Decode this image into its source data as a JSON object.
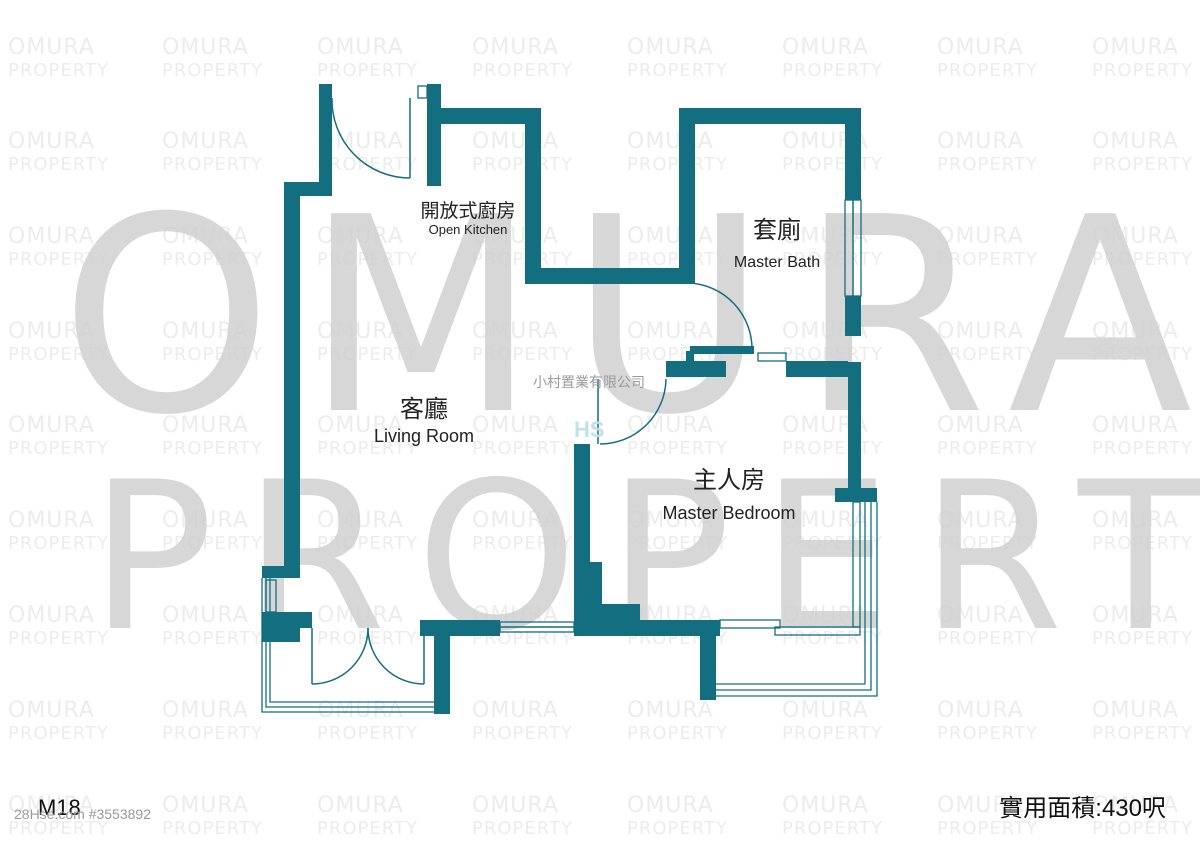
{
  "watermark": {
    "tile_line1": "OMURA",
    "tile_line2": "PROPERTY",
    "big_line1": "OMURA",
    "big_line2": "PROPERTY",
    "agency_text": "小村置業有限公司",
    "hs_text": "HS"
  },
  "rooms": {
    "kitchen": {
      "zh": "開放式廚房",
      "en": "Open Kitchen"
    },
    "master_bath": {
      "zh": "套廁",
      "en": "Master Bath"
    },
    "living": {
      "zh": "客廳",
      "en": "Living Room"
    },
    "master_bedroom": {
      "zh": "主人房",
      "en": "Master Bedroom"
    }
  },
  "footer": {
    "unit_code": "M18",
    "listing_id": "28Hse.com #3553892",
    "area": "實用面積:430呎"
  },
  "colors": {
    "wall": "#136f80",
    "watermark": "#cfcfcf",
    "background": "#ffffff"
  }
}
